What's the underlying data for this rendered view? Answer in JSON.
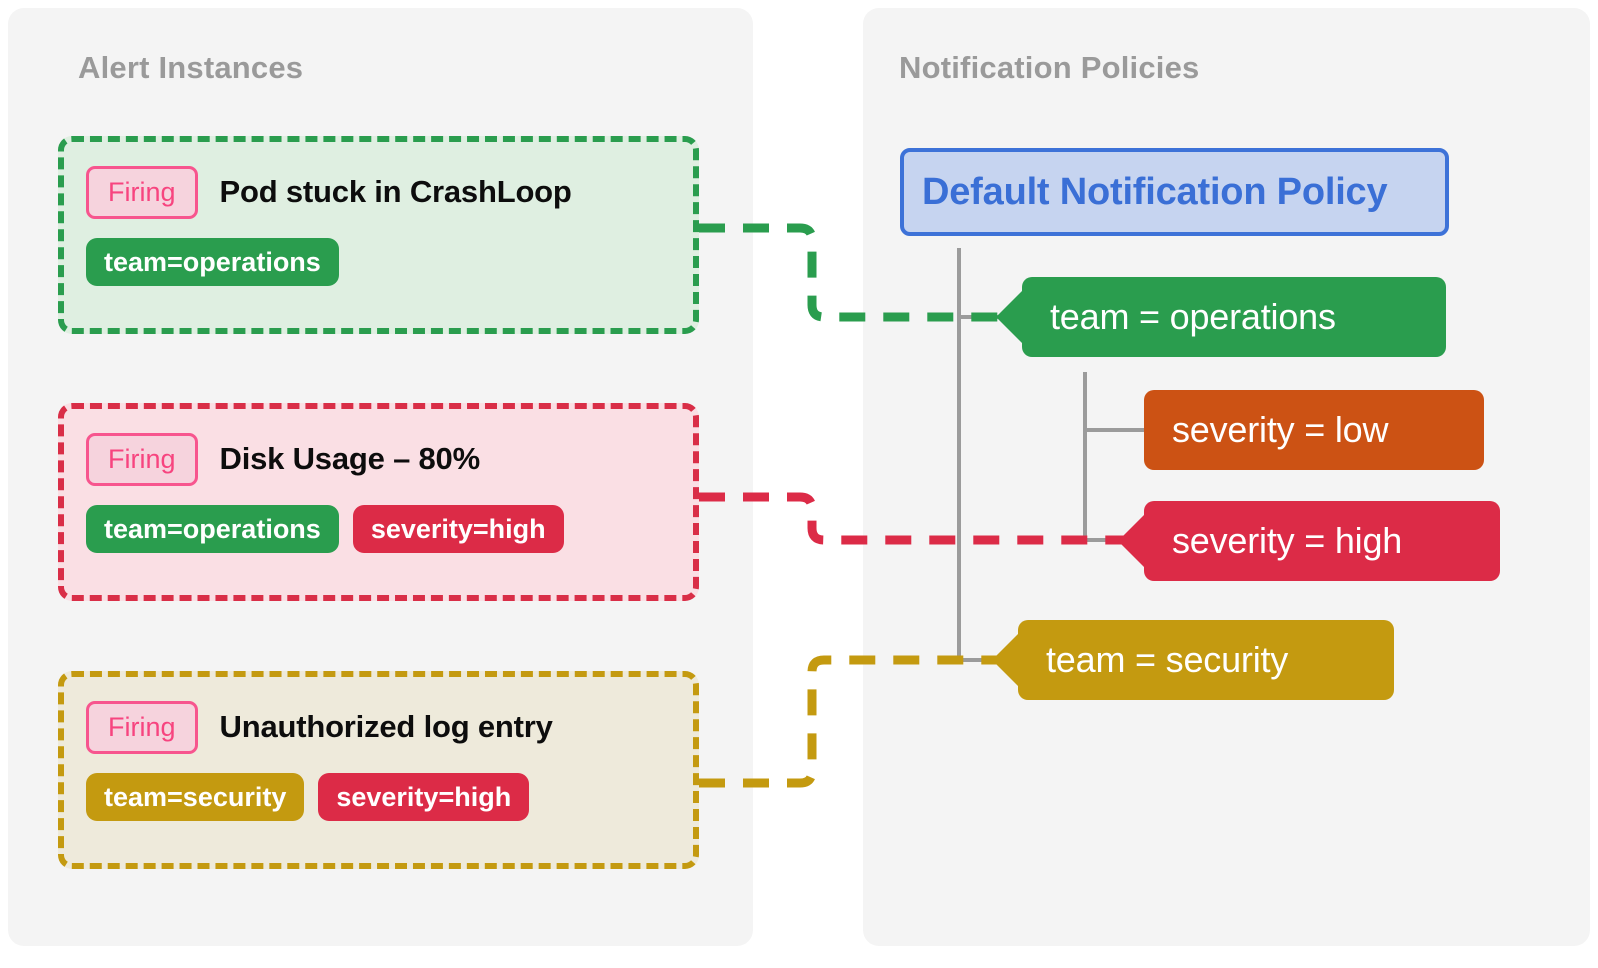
{
  "colors": {
    "page_background": "#ffffff",
    "panel_background": "#f4f4f4",
    "panel_title": "#9a9a9a",
    "green": "#2a9d4e",
    "crimson": "#dc2b47",
    "olive": "#c49a10",
    "orange": "#cc5214",
    "blue_border": "#3d72d8",
    "blue_fill": "#c6d4f0",
    "blue_text": "#3a6fd6",
    "firing_pink_border": "#f7558e",
    "firing_pink_fill": "#f6d3dd",
    "firing_pink_text": "#f7447f",
    "tree_line_gray": "#9b9b9b"
  },
  "panels": {
    "alerts": {
      "title": "Alert Instances"
    },
    "policies": {
      "title": "Notification Policies"
    }
  },
  "alerts": [
    {
      "state": "Firing",
      "title": "Pod stuck in CrashLoop",
      "accent": "green",
      "tags": [
        {
          "label": "team=operations",
          "color": "green"
        }
      ]
    },
    {
      "state": "Firing",
      "title": "Disk Usage – 80%",
      "accent": "red",
      "tags": [
        {
          "label": "team=operations",
          "color": "green"
        },
        {
          "label": "severity=high",
          "color": "red"
        }
      ]
    },
    {
      "state": "Firing",
      "title": "Unauthorized log entry",
      "accent": "yellow",
      "tags": [
        {
          "label": "team=security",
          "color": "yellow"
        },
        {
          "label": "severity=high",
          "color": "red"
        }
      ]
    }
  ],
  "policies": {
    "root": {
      "label": "Default Notification Policy"
    },
    "matchers": [
      {
        "label": "team = operations",
        "color": "green",
        "matched": true
      },
      {
        "label": "severity = low",
        "color": "orange",
        "matched": false
      },
      {
        "label": "severity = high",
        "color": "red",
        "matched": true
      },
      {
        "label": "team = security",
        "color": "yellow",
        "matched": true
      }
    ]
  },
  "connections": [
    {
      "from_alert": 0,
      "to_matcher": 0,
      "color": "#2a9d4e"
    },
    {
      "from_alert": 1,
      "to_matcher": 2,
      "color": "#dc2b47"
    },
    {
      "from_alert": 2,
      "to_matcher": 3,
      "color": "#c49a10"
    }
  ]
}
